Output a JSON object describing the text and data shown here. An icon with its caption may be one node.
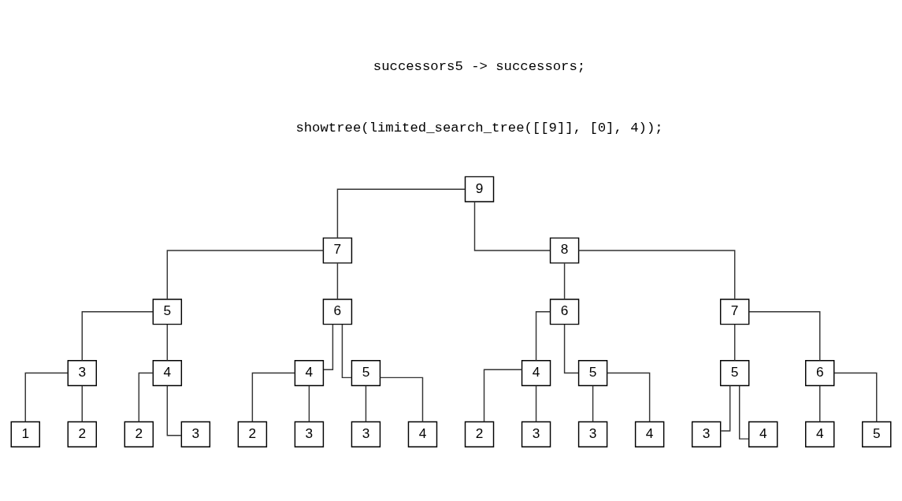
{
  "diagram": {
    "nodes": [
      {
        "text": [
          "9"
        ]
      },
      {
        "text": [
          "7"
        ]
      },
      {
        "text": [
          "8"
        ]
      },
      {
        "text": [
          "5"
        ]
      },
      {
        "text": [
          "6"
        ]
      },
      {
        "text": [
          "6"
        ]
      },
      {
        "text": [
          "7"
        ]
      },
      {
        "text": [
          "3"
        ]
      },
      {
        "text": [
          "4"
        ]
      },
      {
        "text": [
          "4"
        ]
      },
      {
        "text": [
          "5"
        ]
      },
      {
        "text": [
          "4"
        ]
      },
      {
        "text": [
          "5"
        ]
      },
      {
        "text": [
          "5"
        ]
      },
      {
        "text": [
          "6"
        ]
      },
      {
        "text": [
          "1"
        ]
      },
      {
        "text": [
          "2"
        ]
      },
      {
        "text": [
          "2"
        ]
      },
      {
        "text": [
          "3"
        ]
      },
      {
        "text": [
          "2"
        ]
      },
      {
        "text": [
          "3"
        ]
      },
      {
        "text": [
          "3"
        ]
      },
      {
        "text": [
          "4"
        ]
      },
      {
        "text": [
          "2"
        ]
      },
      {
        "text": [
          "3"
        ]
      },
      {
        "text": [
          "3"
        ]
      },
      {
        "text": [
          "4"
        ]
      },
      {
        "text": [
          "3"
        ]
      },
      {
        "text": [
          "4"
        ]
      },
      {
        "text": [
          "4"
        ]
      },
      {
        "text": [
          "5"
        ]
      }
    ],
    "edges": [
      {
        "from": 0,
        "to": 1,
        "arrow": "none"
      },
      {
        "from": 0,
        "to": 2,
        "arrow": "none"
      },
      {
        "from": 1,
        "to": 3,
        "arrow": "none"
      },
      {
        "from": 1,
        "to": 4,
        "arrow": "none"
      },
      {
        "from": 2,
        "to": 5,
        "arrow": "none"
      },
      {
        "from": 2,
        "to": 6,
        "arrow": "none"
      },
      {
        "from": 3,
        "to": 7,
        "arrow": "none"
      },
      {
        "from": 3,
        "to": 8,
        "arrow": "none"
      },
      {
        "from": 4,
        "to": 9,
        "arrow": "none"
      },
      {
        "from": 4,
        "to": 10,
        "arrow": "none"
      },
      {
        "from": 5,
        "to": 11,
        "arrow": "none"
      },
      {
        "from": 5,
        "to": 12,
        "arrow": "none"
      },
      {
        "from": 6,
        "to": 13,
        "arrow": "none"
      },
      {
        "from": 6,
        "to": 14,
        "arrow": "none"
      },
      {
        "from": 7,
        "to": 15,
        "arrow": "none"
      },
      {
        "from": 7,
        "to": 16,
        "arrow": "none"
      },
      {
        "from": 8,
        "to": 17,
        "arrow": "none"
      },
      {
        "from": 8,
        "to": 18,
        "arrow": "none"
      },
      {
        "from": 9,
        "to": 19,
        "arrow": "none"
      },
      {
        "from": 9,
        "to": 20,
        "arrow": "none"
      },
      {
        "from": 10,
        "to": 21,
        "arrow": "none"
      },
      {
        "from": 10,
        "to": 22,
        "arrow": "none"
      },
      {
        "from": 11,
        "to": 23,
        "arrow": "none"
      },
      {
        "from": 11,
        "to": 24,
        "arrow": "none"
      },
      {
        "from": 12,
        "to": 25,
        "arrow": "none"
      },
      {
        "from": 12,
        "to": 26,
        "arrow": "none"
      },
      {
        "from": 13,
        "to": 27,
        "arrow": "none"
      },
      {
        "from": 13,
        "to": 28,
        "arrow": "none"
      },
      {
        "from": 14,
        "to": 29,
        "arrow": "none"
      },
      {
        "from": 14,
        "to": 30,
        "arrow": "none"
      }
    ],
    "labels": [
      "successors5 -> successors;",
      "showtree(limited_search_tree([[9]], [0], 4));"
    ]
  }
}
